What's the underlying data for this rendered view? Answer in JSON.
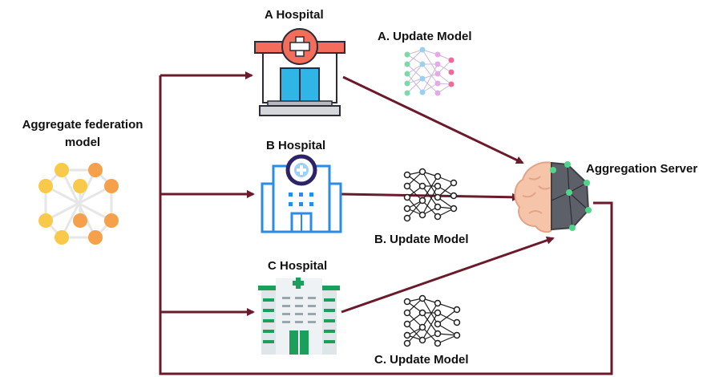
{
  "labels": {
    "aggregate_model": "Aggregate federation model",
    "hospital_a": "A Hospital",
    "hospital_b": "B Hospital",
    "hospital_c": "C Hospital",
    "update_a": "A. Update Model",
    "update_b": "B. Update Model",
    "update_c": "C. Update Model",
    "server": "Aggregation Server"
  },
  "icons": {
    "hospital_a": "hospital-building-icon",
    "hospital_b": "hospital-building-icon",
    "hospital_c": "hospital-building-icon",
    "server": "brain-chip-icon",
    "aggregate_model": "network-graph-icon",
    "update_models": "neural-network-icon"
  },
  "colors": {
    "arrow": "#6b1a2c",
    "hospital_a_accent": "#f26d5b",
    "hospital_a_door": "#2fb6e6",
    "hospital_b_blue": "#2a8ce8",
    "hospital_b_ring": "#2d2467",
    "hospital_c_green": "#1aa05a",
    "brain_pink": "#f6c4a8",
    "chip_gray": "#5d6068",
    "node_green": "#4fd68a",
    "node_yellow": "#f9c94a",
    "node_orange": "#f5a04a"
  }
}
